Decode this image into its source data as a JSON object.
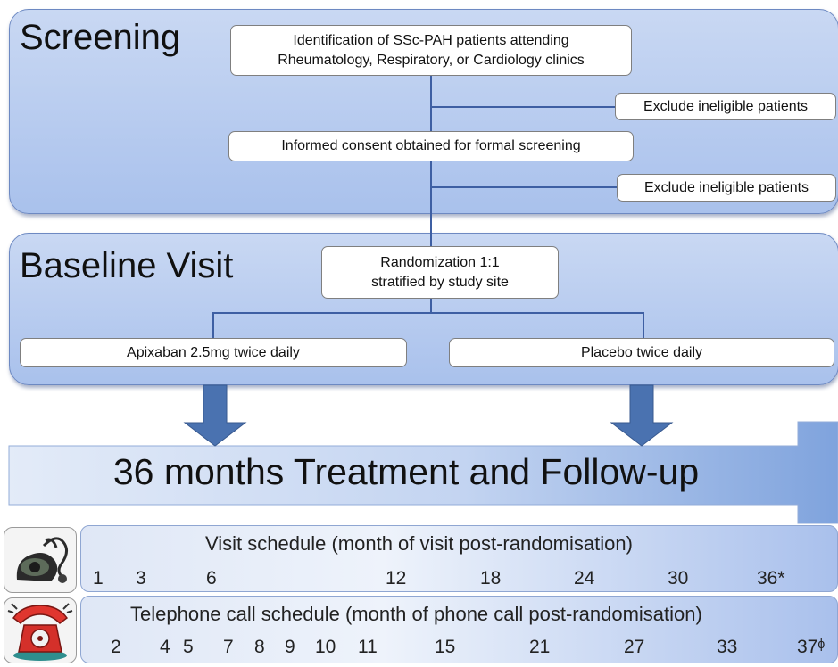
{
  "screening": {
    "title": "Screening",
    "box1_line1": "Identification of SSc-PAH patients attending",
    "box1_line2": "Rheumatology, Respiratory, or Cardiology clinics",
    "exclude1": "Exclude ineligible patients",
    "consent": "Informed consent obtained for formal screening",
    "exclude2": "Exclude ineligible patients"
  },
  "baseline": {
    "title": "Baseline Visit",
    "rand_line1": "Randomization 1:1",
    "rand_line2": "stratified by study site",
    "arm1": "Apixaban 2.5mg twice daily",
    "arm2": "Placebo twice daily"
  },
  "treatment": {
    "label": "36 months Treatment and Follow-up"
  },
  "visit_schedule": {
    "title": "Visit schedule (month of visit post-randomisation)",
    "icon": "stethoscope-icon",
    "months": [
      "1",
      "3",
      "6",
      "12",
      "18",
      "24",
      "30",
      "36*"
    ]
  },
  "phone_schedule": {
    "title": "Telephone call schedule (month of phone call post-randomisation)",
    "icon": "telephone-icon",
    "months": [
      "2",
      "4",
      "5",
      "7",
      "8",
      "9",
      "10",
      "11",
      "15",
      "21",
      "27",
      "33",
      "37ᶲ"
    ]
  },
  "colors": {
    "panel": "#b7cbee",
    "connector": "#3e5fa3",
    "arrow": "#4a72b0"
  }
}
